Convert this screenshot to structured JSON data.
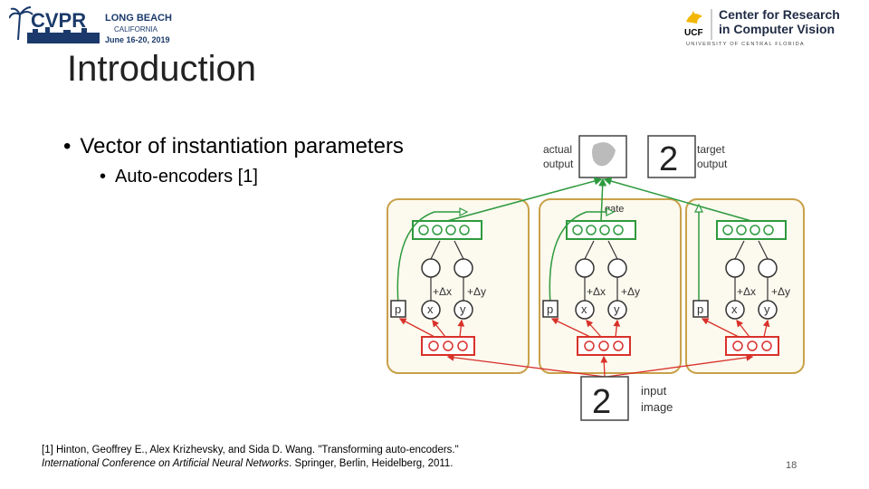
{
  "logos": {
    "cvpr": {
      "name": "CVPR",
      "line1": "LONG BEACH",
      "line2": "CALIFORNIA",
      "line3": "June 16-20, 2019"
    },
    "ucf": {
      "abbr": "UCF",
      "line1": "Center for Research",
      "line2": "in Computer Vision",
      "line3": "UNIVERSITY OF CENTRAL FLORIDA"
    }
  },
  "slide": {
    "title": "Introduction",
    "bullet1": "Vector of instantiation parameters",
    "bullet2": "Auto-encoders [1]",
    "page_number": "18"
  },
  "reference": {
    "prefix": "[1] Hinton, Geoffrey E., Alex Krizhevsky, and Sida D. Wang. \"Transforming auto-encoders.\"",
    "venue": "International Conference on Artificial Neural Networks",
    "suffix": ". Springer, Berlin, Heidelberg, 2011."
  },
  "diagram": {
    "actual_output_1": "actual",
    "actual_output_2": "output",
    "target_output_1": "target",
    "target_output_2": "output",
    "gate": "gate",
    "input_1": "input",
    "input_2": "image",
    "p": "p",
    "x": "x",
    "y": "y",
    "dx": "+Δx",
    "dy": "+Δy",
    "digit": "2",
    "colors": {
      "green": "#2e9a3e",
      "red": "#d8312a",
      "capsule_border": "#c9a14a",
      "capsule_fill": "#fcf9ee"
    }
  }
}
